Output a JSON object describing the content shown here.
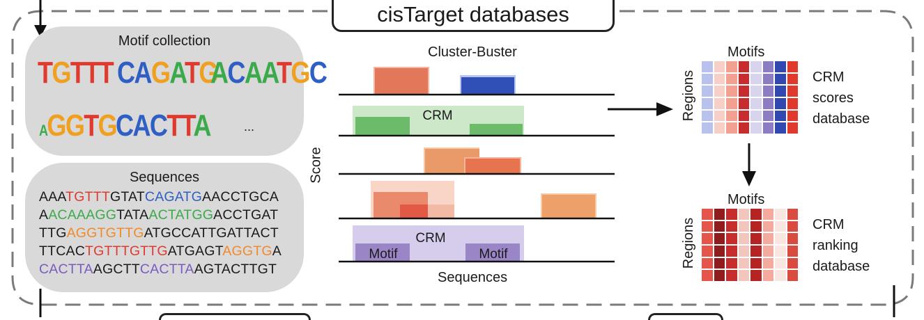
{
  "title": "cisTarget databases",
  "motif_panel": {
    "title": "Motif collection",
    "motifs": [
      "TGTTT",
      "CAGATG",
      "ACAATG",
      "AGGTG",
      "CACTTA"
    ],
    "ellipsis": "..."
  },
  "sequence_panel": {
    "title": "Sequences",
    "lines": [
      [
        {
          "t": "AAA",
          "c": "#1a1a1a"
        },
        {
          "t": "TGTTT",
          "c": "#e03a2f"
        },
        {
          "t": "GTAT",
          "c": "#1a1a1a"
        },
        {
          "t": "CAGATG",
          "c": "#2f5fc4"
        },
        {
          "t": "AACCTGCA",
          "c": "#1a1a1a"
        }
      ],
      [
        {
          "t": "A",
          "c": "#1a1a1a"
        },
        {
          "t": "ACAAAGG",
          "c": "#3aaa4a"
        },
        {
          "t": "TATA",
          "c": "#1a1a1a"
        },
        {
          "t": "ACTATGG",
          "c": "#3aaa4a"
        },
        {
          "t": "ACCTGAT",
          "c": "#1a1a1a"
        }
      ],
      [
        {
          "t": "TTG",
          "c": "#1a1a1a"
        },
        {
          "t": "AGGTGTTG",
          "c": "#f08a2a"
        },
        {
          "t": "ATGCCATTGATTACT",
          "c": "#1a1a1a"
        }
      ],
      [
        {
          "t": "TTCAC",
          "c": "#1a1a1a"
        },
        {
          "t": "TGTTTGTTG",
          "c": "#e03a2f"
        },
        {
          "t": "ATGAGT",
          "c": "#1a1a1a"
        },
        {
          "t": "AGGTG",
          "c": "#f08a2a"
        },
        {
          "t": "A",
          "c": "#1a1a1a"
        }
      ],
      [
        {
          "t": "CACTTA",
          "c": "#7b5bc0"
        },
        {
          "t": "AGCTT",
          "c": "#1a1a1a"
        },
        {
          "t": "CACTTA",
          "c": "#7b5bc0"
        },
        {
          "t": "AGTACTTGT",
          "c": "#1a1a1a"
        }
      ]
    ]
  },
  "cluster_buster": {
    "title": "Cluster-Buster",
    "crm_label_1": "CRM",
    "crm_label_2": "CRM",
    "motif_label_1": "Motif",
    "motif_label_2": "Motif",
    "y_label": "Score",
    "x_label": "Sequences"
  },
  "scores_db": {
    "x_label": "Motifs",
    "y_label": "Regions",
    "name_lines": [
      "CRM",
      "scores",
      "database"
    ]
  },
  "ranking_db": {
    "x_label": "Motifs",
    "y_label": "Regions",
    "name_lines": [
      "CRM",
      "ranking",
      "database"
    ]
  },
  "colors": {
    "red": "#e03a2f",
    "blue": "#2f5fc4",
    "green": "#3aaa4a",
    "orange": "#f08a2a",
    "purple": "#7b5bc0",
    "panel_gray": "#d9d9d9"
  }
}
